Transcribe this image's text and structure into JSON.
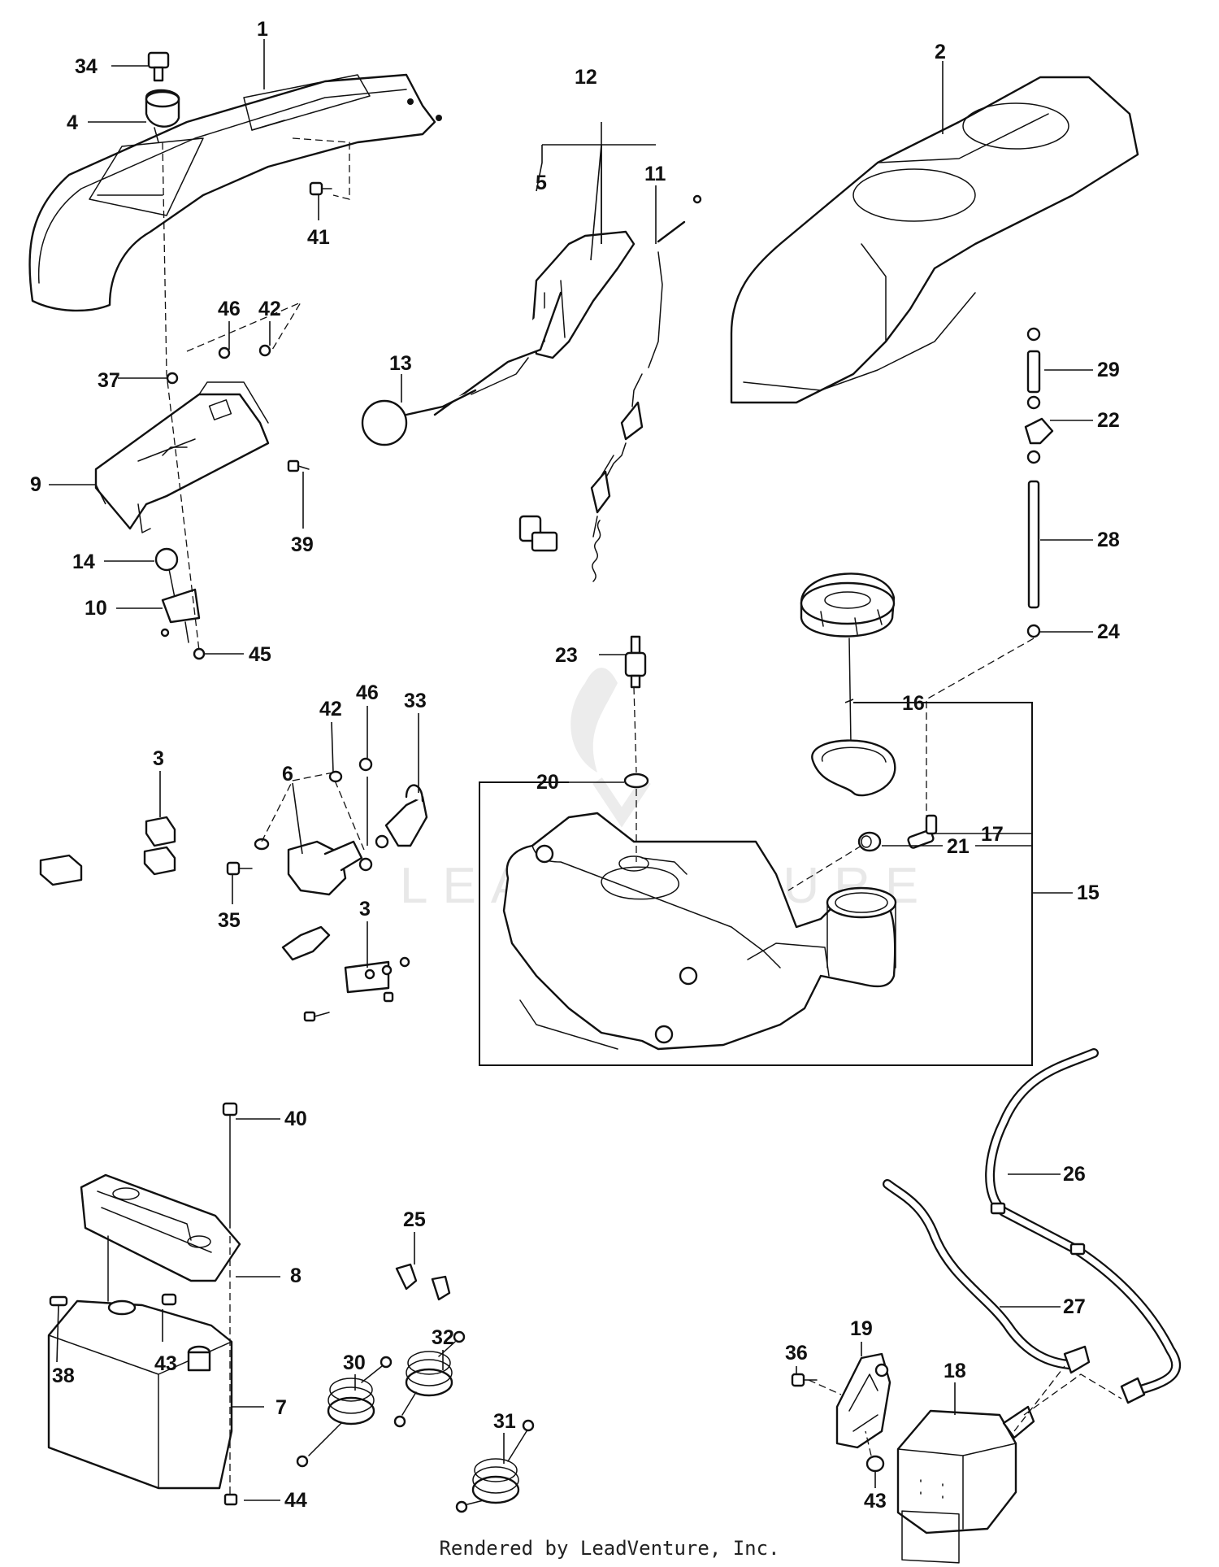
{
  "watermark": "LEADVENTURE",
  "footer": "Rendered by LeadVenture, Inc.",
  "callouts": [
    {
      "id": "c1",
      "label": "1"
    },
    {
      "id": "c2",
      "label": "2"
    },
    {
      "id": "c3a",
      "label": "3"
    },
    {
      "id": "c3b",
      "label": "3"
    },
    {
      "id": "c4",
      "label": "4"
    },
    {
      "id": "c5",
      "label": "5"
    },
    {
      "id": "c6",
      "label": "6"
    },
    {
      "id": "c7",
      "label": "7"
    },
    {
      "id": "c8",
      "label": "8"
    },
    {
      "id": "c9",
      "label": "9"
    },
    {
      "id": "c10",
      "label": "10"
    },
    {
      "id": "c11",
      "label": "11"
    },
    {
      "id": "c12",
      "label": "12"
    },
    {
      "id": "c13",
      "label": "13"
    },
    {
      "id": "c14",
      "label": "14"
    },
    {
      "id": "c15",
      "label": "15"
    },
    {
      "id": "c16",
      "label": "16"
    },
    {
      "id": "c17",
      "label": "17"
    },
    {
      "id": "c18",
      "label": "18"
    },
    {
      "id": "c19",
      "label": "19"
    },
    {
      "id": "c20",
      "label": "20"
    },
    {
      "id": "c21",
      "label": "21"
    },
    {
      "id": "c22",
      "label": "22"
    },
    {
      "id": "c23",
      "label": "23"
    },
    {
      "id": "c24",
      "label": "24"
    },
    {
      "id": "c25",
      "label": "25"
    },
    {
      "id": "c26",
      "label": "26"
    },
    {
      "id": "c27",
      "label": "27"
    },
    {
      "id": "c28",
      "label": "28"
    },
    {
      "id": "c29",
      "label": "29"
    },
    {
      "id": "c30",
      "label": "30"
    },
    {
      "id": "c31",
      "label": "31"
    },
    {
      "id": "c32",
      "label": "32"
    },
    {
      "id": "c33",
      "label": "33"
    },
    {
      "id": "c34",
      "label": "34"
    },
    {
      "id": "c35",
      "label": "35"
    },
    {
      "id": "c36",
      "label": "36"
    },
    {
      "id": "c37",
      "label": "37"
    },
    {
      "id": "c38",
      "label": "38"
    },
    {
      "id": "c39",
      "label": "39"
    },
    {
      "id": "c40",
      "label": "40"
    },
    {
      "id": "c41",
      "label": "41"
    },
    {
      "id": "c42a",
      "label": "42"
    },
    {
      "id": "c42b",
      "label": "42"
    },
    {
      "id": "c43a",
      "label": "43"
    },
    {
      "id": "c43b",
      "label": "43"
    },
    {
      "id": "c44",
      "label": "44"
    },
    {
      "id": "c45",
      "label": "45"
    },
    {
      "id": "c46a",
      "label": "46"
    },
    {
      "id": "c46b",
      "label": "46"
    }
  ]
}
